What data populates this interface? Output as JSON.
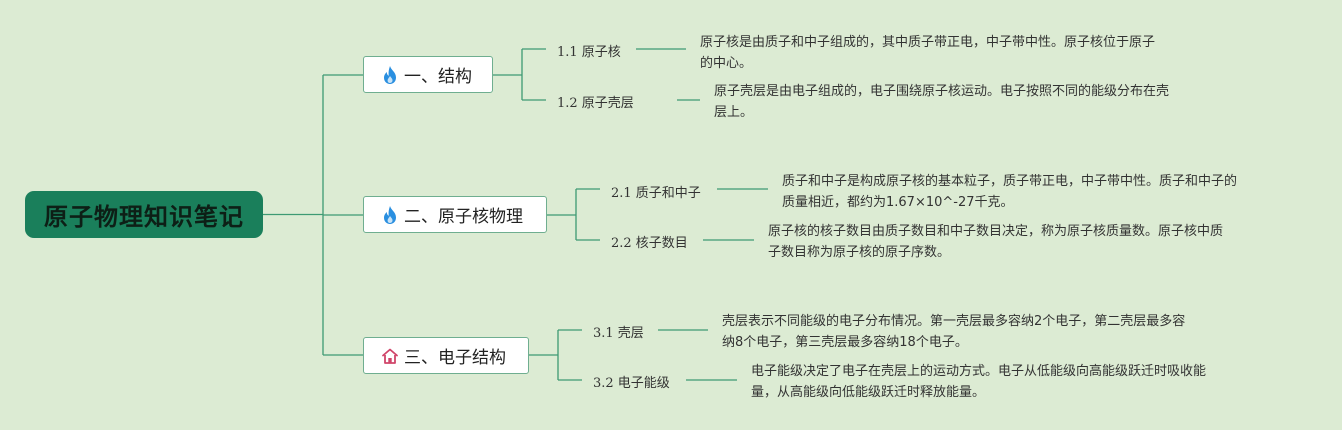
{
  "root": {
    "title": "原子物理知识笔记"
  },
  "branches": [
    {
      "icon": "flame-icon",
      "label": "一、结构",
      "children": [
        {
          "label": "1.1 原子核",
          "note": [
            "原子核是由质子和中子组成的，其中质子带正电，中子带中性。原子核位于原子",
            "的中心。"
          ]
        },
        {
          "label": "1.2 原子壳层",
          "note": [
            "原子壳层是由电子组成的，电子围绕原子核运动。电子按照不同的能级分布在壳",
            "层上。"
          ]
        }
      ]
    },
    {
      "icon": "flame-icon",
      "label": "二、原子核物理",
      "children": [
        {
          "label": "2.1 质子和中子",
          "note": [
            "质子和中子是构成原子核的基本粒子，质子带正电，中子带中性。质子和中子的",
            "质量相近，都约为1.67×10^-27千克。"
          ]
        },
        {
          "label": "2.2 核子数目",
          "note": [
            "原子核的核子数目由质子数目和中子数目决定，称为原子核质量数。原子核中质",
            "子数目称为原子核的原子序数。"
          ]
        }
      ]
    },
    {
      "icon": "house-icon",
      "label": "三、电子结构",
      "children": [
        {
          "label": "3.1 壳层",
          "note": [
            "壳层表示不同能级的电子分布情况。第一壳层最多容纳2个电子，第二壳层最多容",
            "纳8个电子，第三壳层最多容纳18个电子。"
          ]
        },
        {
          "label": "3.2 电子能级",
          "note": [
            "电子能级决定了电子在壳层上的运动方式。电子从低能级向高能级跃迁时吸收能",
            "量，从高能级向低能级跃迁时释放能量。"
          ]
        }
      ]
    }
  ],
  "colors": {
    "background": "#dcebd3",
    "root": "#1a7f5b",
    "line": "#3e9a73",
    "flame": "#2a8fe0",
    "house": "#d0456a"
  }
}
